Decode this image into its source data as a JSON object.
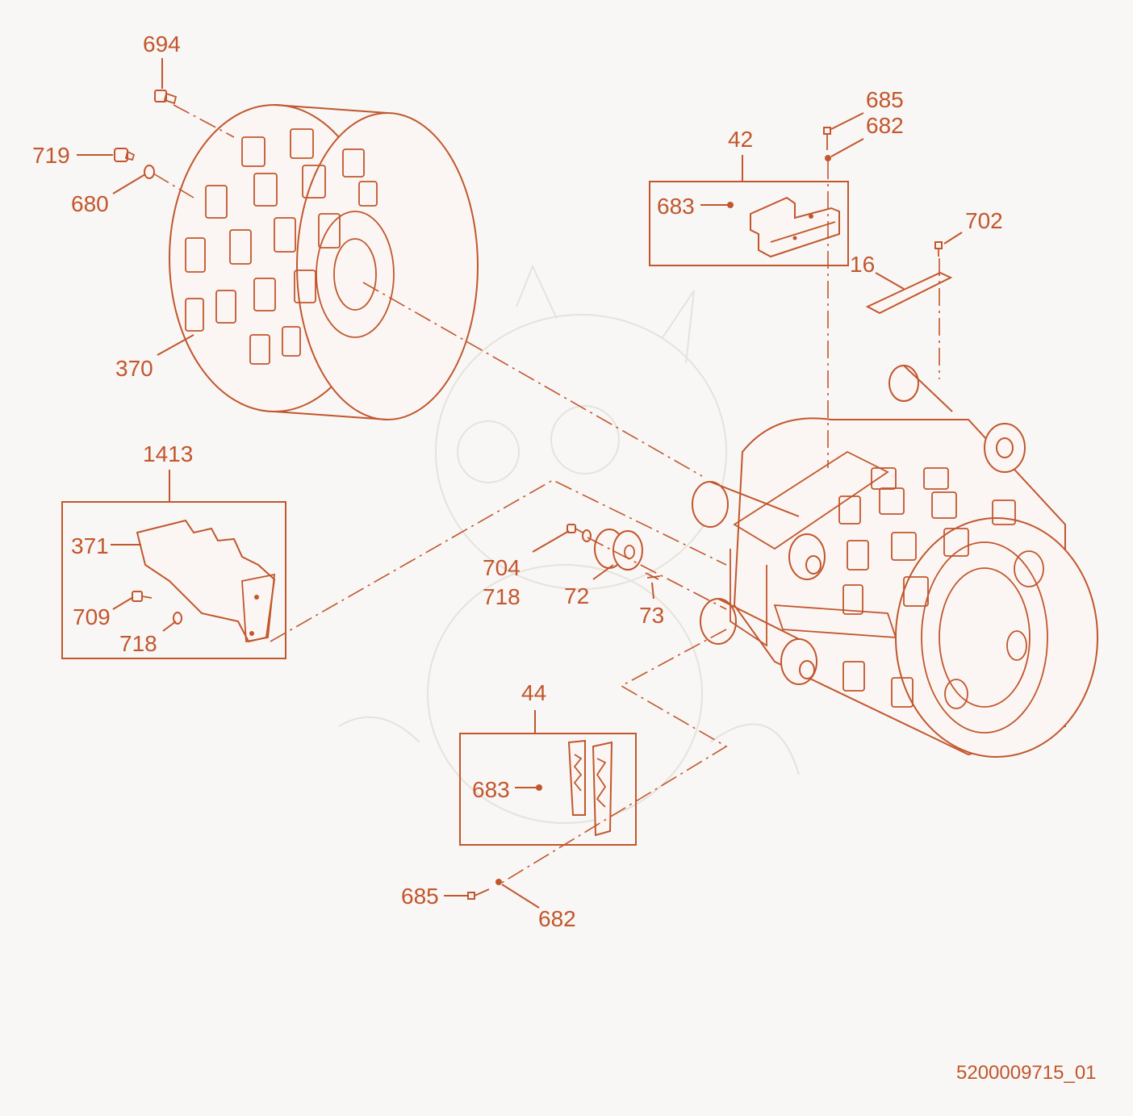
{
  "labels": {
    "l694": "694",
    "l719": "719",
    "l680": "680",
    "l370": "370",
    "l685a": "685",
    "l682a": "682",
    "l42": "42",
    "l683a": "683",
    "l702": "702",
    "l16": "16",
    "l1413": "1413",
    "l371": "371",
    "l709": "709",
    "l718a": "718",
    "l704": "704",
    "l718b": "718",
    "l72": "72",
    "l73": "73",
    "l44": "44",
    "l683b": "683",
    "l685b": "685",
    "l682b": "682"
  },
  "document_number": "5200009715_01",
  "colors": {
    "line": "#c2562d",
    "background": "#f8f7f5"
  }
}
